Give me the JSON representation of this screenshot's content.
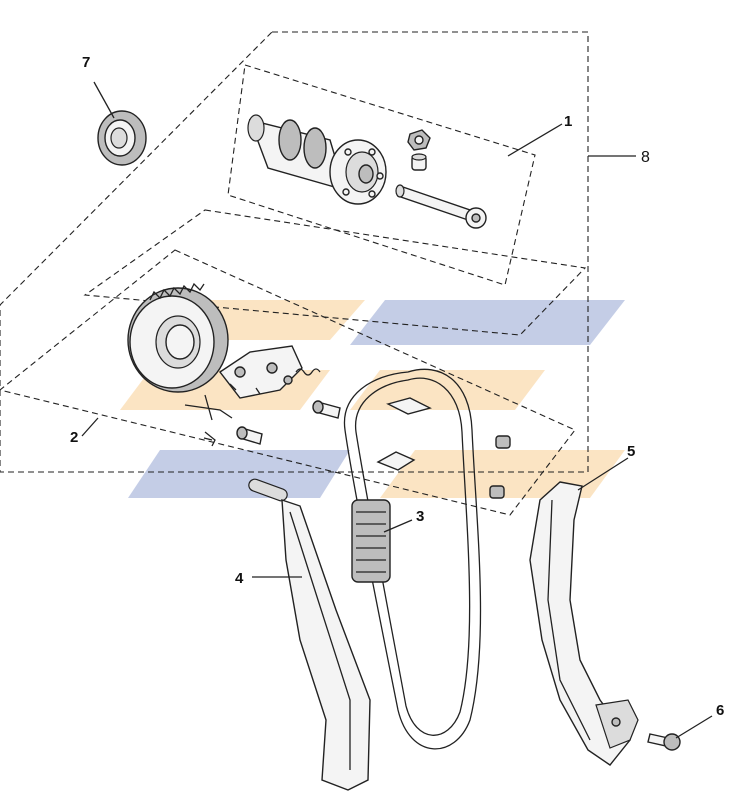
{
  "diagram": {
    "callouts": [
      {
        "id": "1",
        "text": "1"
      },
      {
        "id": "2",
        "text": "2"
      },
      {
        "id": "3",
        "text": "3"
      },
      {
        "id": "4",
        "text": "4"
      },
      {
        "id": "5",
        "text": "5"
      },
      {
        "id": "6",
        "text": "6"
      },
      {
        "id": "7",
        "text": "7"
      },
      {
        "id": "8",
        "text": "8"
      }
    ],
    "watermark": {
      "color_blue": "#2f4fa8",
      "color_orange": "#f2a22a"
    }
  }
}
